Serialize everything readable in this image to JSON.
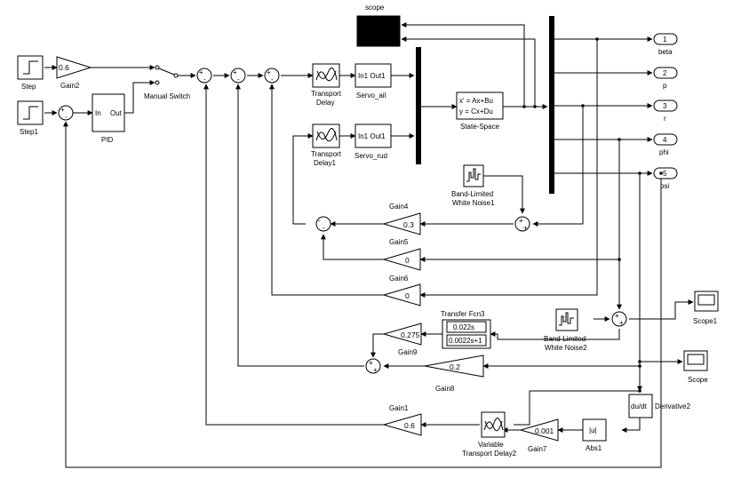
{
  "blocks": {
    "step": "Step",
    "step1": "Step1",
    "gain2": {
      "label": "Gain2",
      "value": "0.6"
    },
    "pid": {
      "label": "PID",
      "in": "In",
      "out": "Out"
    },
    "manual_switch": "Manual Switch",
    "transport_delay": "Transport",
    "transport_delay_2": "Delay",
    "transport_delay1": "Transport",
    "transport_delay1_2": "Delay1",
    "servo_ail": {
      "label": "Servo_ail",
      "port": "In1  Out1"
    },
    "servo_rud": {
      "label": "Servo_rud",
      "port": "In1  Out1"
    },
    "scope_top": "scope",
    "state_space": {
      "label": "State-Space",
      "eq1": "x' = Ax+Bu",
      "eq2": "y = Cx+Du"
    },
    "outports": [
      {
        "num": "1",
        "name": "beta"
      },
      {
        "num": "2",
        "name": "p"
      },
      {
        "num": "3",
        "name": "r"
      },
      {
        "num": "4",
        "name": "phi"
      },
      {
        "num": "5",
        "name": "psi"
      }
    ],
    "blwn1": {
      "line1": "Band-Limited",
      "line2": "White Noise1"
    },
    "blwn2": {
      "line1": "Band-Limited",
      "line2": "White Noise2"
    },
    "gain4": {
      "label": "Gain4",
      "value": "0.3"
    },
    "gain5": {
      "label": "Gain5",
      "value": "0"
    },
    "gain6": {
      "label": "Gain6",
      "value": "0"
    },
    "transfer_fcn3": {
      "label": "Transfer Fcn3",
      "num": "0.022s",
      "den": "0.0022s+1"
    },
    "gain9": {
      "label": "Gain9",
      "value": "0.275"
    },
    "gain8": {
      "label": "Gain8",
      "value": "0.2"
    },
    "gain1": {
      "label": "Gain1",
      "value": "0.6"
    },
    "gain7": {
      "label": "Gain7",
      "value": "0.001"
    },
    "abs1": {
      "label": "Abs1",
      "value": "|u|"
    },
    "derivative2": {
      "label": "Derivative2",
      "value": "du/dt"
    },
    "vtd2": {
      "line1": "Variable",
      "line2": "Transport Delay2"
    },
    "scope1": "Scope1",
    "scope": "Scope"
  }
}
